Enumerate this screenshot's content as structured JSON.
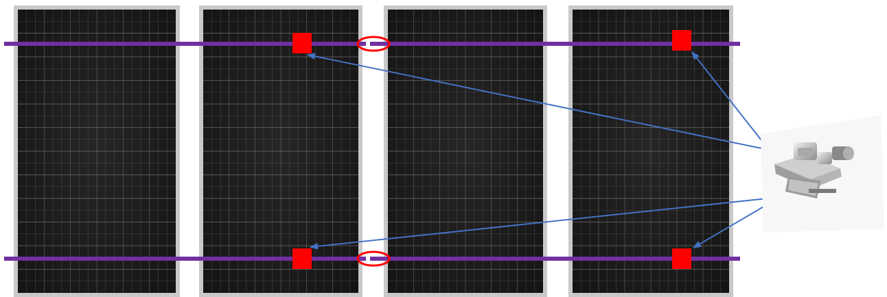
{
  "diagram": {
    "components": {
      "panels": [
        "solar-panel-1",
        "solar-panel-2",
        "solar-panel-3",
        "solar-panel-4"
      ],
      "rails": [
        "mounting-rail-top",
        "mounting-rail-bottom"
      ],
      "clamps": [
        "mid-clamp",
        "mid-clamp",
        "end-clamp",
        "end-clamp"
      ],
      "splices": [
        "rail-splice-top",
        "rail-splice-bottom"
      ],
      "product_photo": "clamp-photo"
    },
    "colors": {
      "rail": "#7030a0",
      "clamp": "#ff0000",
      "splice_marker": "#ff0000",
      "arrow": "#4472c4",
      "panel_face": "#1d1d1d",
      "panel_frame": "#c9c9c9"
    },
    "panel_grid": {
      "cell_columns": 6,
      "cell_rows": 12
    }
  }
}
